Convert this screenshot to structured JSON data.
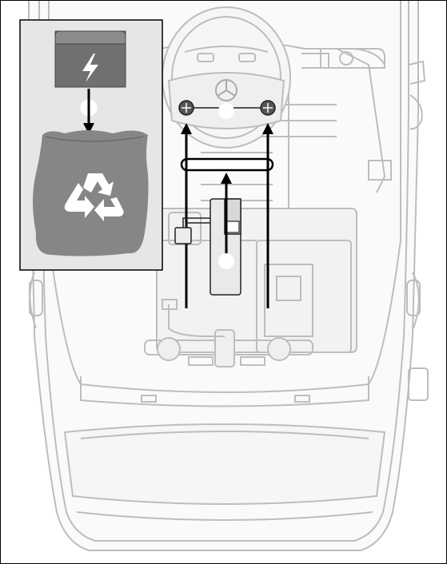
{
  "figure": {
    "callouts": [
      {
        "id": "1",
        "label": ""
      },
      {
        "id": "2",
        "label": ""
      },
      {
        "id": "3",
        "label": ""
      }
    ],
    "icons": [
      "car-topview-outline",
      "battery-lightning-icon",
      "recycle-bag-icon",
      "mercedes-star-icon"
    ],
    "colors": {
      "car_outline": "#bdbdbd",
      "car_fill": "#f4f4f4",
      "inset_bg": "#e6e6e6",
      "arrow": "#000000",
      "battery": "#6f6f6f",
      "bag": "#8a8a8a",
      "circle": "#ffffff"
    }
  }
}
